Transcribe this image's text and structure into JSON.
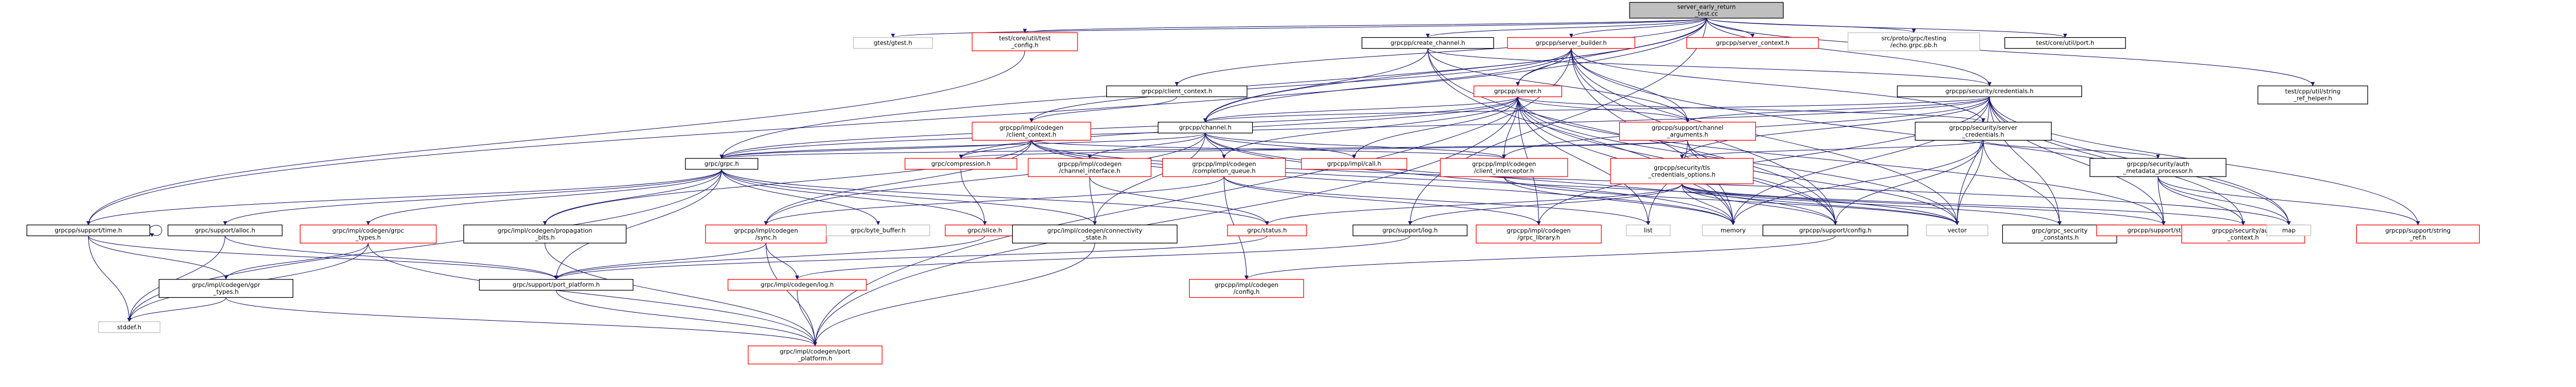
{
  "colors": {
    "root_fill": "#bfbfbf",
    "root_stroke": "#000000",
    "node_fill": "#ffffff",
    "stroke_black": "#000000",
    "stroke_red": "#ff0000",
    "stroke_gray": "#bfbfbf",
    "edge": "#191970"
  },
  "nodes": [
    {
      "id": "root",
      "lines": [
        "server_early_return",
        "_test.cc"
      ],
      "kind": "root"
    },
    {
      "id": "gtest",
      "lines": [
        "gtest/gtest.h"
      ],
      "kind": "gray"
    },
    {
      "id": "utilconfig",
      "lines": [
        "test/core/util/test",
        "_config.h"
      ],
      "kind": "red"
    },
    {
      "id": "clientctxpub",
      "lines": [
        "grpcpp/client_context.h"
      ],
      "kind": "black"
    },
    {
      "id": "createchan",
      "lines": [
        "grpcpp/create_channel.h"
      ],
      "kind": "black"
    },
    {
      "id": "builder",
      "lines": [
        "grpcpp/server_builder.h"
      ],
      "kind": "red"
    },
    {
      "id": "srvctx",
      "lines": [
        "grpcpp/server_context.h"
      ],
      "kind": "red"
    },
    {
      "id": "echo",
      "lines": [
        "src/proto/grpc/testing",
        "/echo.grpc.pb.h"
      ],
      "kind": "gray"
    },
    {
      "id": "port",
      "lines": [
        "test/core/util/port.h"
      ],
      "kind": "black"
    },
    {
      "id": "strref",
      "lines": [
        "test/cpp/util/string",
        "_ref_helper.h"
      ],
      "kind": "black"
    },
    {
      "id": "server",
      "lines": [
        "grpcpp/server.h"
      ],
      "kind": "red"
    },
    {
      "id": "secred",
      "lines": [
        "grpcpp/security/credentials.h"
      ],
      "kind": "black"
    },
    {
      "id": "clientctx",
      "lines": [
        "grpcpp/impl/codegen",
        "/client_context.h"
      ],
      "kind": "red"
    },
    {
      "id": "channel",
      "lines": [
        "grpcpp/channel.h"
      ],
      "kind": "black"
    },
    {
      "id": "chanargs",
      "lines": [
        "grpcpp/support/channel",
        "_arguments.h"
      ],
      "kind": "red"
    },
    {
      "id": "srvcred",
      "lines": [
        "grpcpp/security/server",
        "_credentials.h"
      ],
      "kind": "black"
    },
    {
      "id": "grpc",
      "lines": [
        "grpc/grpc.h"
      ],
      "kind": "black"
    },
    {
      "id": "compression",
      "lines": [
        "grpc/compression.h"
      ],
      "kind": "red"
    },
    {
      "id": "chaniface",
      "lines": [
        "grpcpp/impl/codegen",
        "/channel_interface.h"
      ],
      "kind": "red"
    },
    {
      "id": "cq",
      "lines": [
        "grpcpp/impl/codegen",
        "/completion_queue.h"
      ],
      "kind": "red"
    },
    {
      "id": "call",
      "lines": [
        "grpcpp/impl/call.h"
      ],
      "kind": "red"
    },
    {
      "id": "interceptor",
      "lines": [
        "grpcpp/impl/codegen",
        "/client_interceptor.h"
      ],
      "kind": "red"
    },
    {
      "id": "tls",
      "lines": [
        "grpcpp/security/tls",
        "_credentials_options.h"
      ],
      "kind": "red"
    },
    {
      "id": "authmeta",
      "lines": [
        "grpcpp/security/auth",
        "_metadata_processor.h"
      ],
      "kind": "black"
    },
    {
      "id": "time",
      "lines": [
        "grpcpp/support/time.h"
      ],
      "kind": "black"
    },
    {
      "id": "alloc",
      "lines": [
        "grpc/support/alloc.h"
      ],
      "kind": "black"
    },
    {
      "id": "codegentypes",
      "lines": [
        "grpc/impl/codegen/grpc",
        "_types.h"
      ],
      "kind": "red"
    },
    {
      "id": "propbits",
      "lines": [
        "grpc/impl/codegen/propagation",
        "_bits.h"
      ],
      "kind": "black"
    },
    {
      "id": "codegensync",
      "lines": [
        "grpcpp/impl/codegen",
        "/sync.h"
      ],
      "kind": "red"
    },
    {
      "id": "bytebuf",
      "lines": [
        "grpc/byte_buffer.h"
      ],
      "kind": "gray"
    },
    {
      "id": "slice",
      "lines": [
        "grpc/slice.h"
      ],
      "kind": "red"
    },
    {
      "id": "connstate",
      "lines": [
        "grpc/impl/codegen/connectivity",
        "_state.h"
      ],
      "kind": "black"
    },
    {
      "id": "status",
      "lines": [
        "grpc/status.h"
      ],
      "kind": "red"
    },
    {
      "id": "log",
      "lines": [
        "grpc/support/log.h"
      ],
      "kind": "black"
    },
    {
      "id": "grpclib",
      "lines": [
        "grpcpp/impl/codegen",
        "/grpc_library.h"
      ],
      "kind": "red"
    },
    {
      "id": "list",
      "lines": [
        "list"
      ],
      "kind": "gray"
    },
    {
      "id": "memory",
      "lines": [
        "memory"
      ],
      "kind": "gray"
    },
    {
      "id": "config",
      "lines": [
        "grpcpp/support/config.h"
      ],
      "kind": "black"
    },
    {
      "id": "vector",
      "lines": [
        "vector"
      ],
      "kind": "gray"
    },
    {
      "id": "secconst",
      "lines": [
        "grpc/grpc_security",
        "_constants.h"
      ],
      "kind": "black"
    },
    {
      "id": "supstatus",
      "lines": [
        "grpcpp/support/status.h"
      ],
      "kind": "red"
    },
    {
      "id": "authctx",
      "lines": [
        "grpcpp/security/auth",
        "_context.h"
      ],
      "kind": "red"
    },
    {
      "id": "map",
      "lines": [
        "map"
      ],
      "kind": "gray"
    },
    {
      "id": "stringref",
      "lines": [
        "grpcpp/support/string",
        "_ref.h"
      ],
      "kind": "red"
    },
    {
      "id": "gprtypes",
      "lines": [
        "grpc/impl/codegen/gpr",
        "_types.h"
      ],
      "kind": "black"
    },
    {
      "id": "portplat",
      "lines": [
        "grpc/support/port_platform.h"
      ],
      "kind": "black"
    },
    {
      "id": "codegenlog",
      "lines": [
        "grpc/impl/codegen/log.h"
      ],
      "kind": "red"
    },
    {
      "id": "codegenconfig",
      "lines": [
        "grpcpp/impl/codegen",
        "/config.h"
      ],
      "kind": "red"
    },
    {
      "id": "stddef",
      "lines": [
        "stddef.h"
      ],
      "kind": "gray"
    },
    {
      "id": "codegenportplat",
      "lines": [
        "grpc/impl/codegen/port",
        "_platform.h"
      ],
      "kind": "red"
    }
  ],
  "edges": [
    [
      "root",
      "gtest"
    ],
    [
      "root",
      "utilconfig"
    ],
    [
      "root",
      "clientctxpub"
    ],
    [
      "root",
      "createchan"
    ],
    [
      "root",
      "builder"
    ],
    [
      "root",
      "srvctx"
    ],
    [
      "root",
      "echo"
    ],
    [
      "root",
      "port"
    ],
    [
      "root",
      "strref"
    ],
    [
      "root",
      "grpc"
    ],
    [
      "root",
      "channel"
    ],
    [
      "root",
      "server"
    ],
    [
      "root",
      "secred"
    ],
    [
      "root",
      "time"
    ],
    [
      "root",
      "log"
    ],
    [
      "utilconfig",
      "time"
    ],
    [
      "clientctxpub",
      "clientctx"
    ],
    [
      "createchan",
      "channel"
    ],
    [
      "createchan",
      "secred"
    ],
    [
      "createchan",
      "chanargs"
    ],
    [
      "createchan",
      "memory"
    ],
    [
      "createchan",
      "config"
    ],
    [
      "builder",
      "server"
    ],
    [
      "builder",
      "channel"
    ],
    [
      "builder",
      "chanargs"
    ],
    [
      "builder",
      "memory"
    ],
    [
      "builder",
      "config"
    ],
    [
      "builder",
      "vector"
    ],
    [
      "builder",
      "map"
    ],
    [
      "builder",
      "codegenportplat"
    ],
    [
      "builder",
      "clientctx"
    ],
    [
      "builder",
      "srvcred"
    ],
    [
      "server",
      "channel"
    ],
    [
      "server",
      "chanargs"
    ],
    [
      "server",
      "srvcred"
    ],
    [
      "server",
      "cq"
    ],
    [
      "server",
      "call"
    ],
    [
      "server",
      "interceptor"
    ],
    [
      "server",
      "grpclib"
    ],
    [
      "server",
      "memory"
    ],
    [
      "server",
      "list"
    ],
    [
      "server",
      "vector"
    ],
    [
      "server",
      "supstatus"
    ],
    [
      "server",
      "grpc"
    ],
    [
      "server",
      "compression"
    ],
    [
      "server",
      "config"
    ],
    [
      "server",
      "codegenportplat"
    ],
    [
      "secred",
      "channel"
    ],
    [
      "secred",
      "chanargs"
    ],
    [
      "secred",
      "interceptor"
    ],
    [
      "secred",
      "tls"
    ],
    [
      "secred",
      "memory"
    ],
    [
      "secred",
      "vector"
    ],
    [
      "secred",
      "map"
    ],
    [
      "secred",
      "secconst"
    ],
    [
      "secred",
      "supstatus"
    ],
    [
      "secred",
      "stringref"
    ],
    [
      "secred",
      "authctx"
    ],
    [
      "secred",
      "grpclib"
    ],
    [
      "secred",
      "grpc"
    ],
    [
      "clientctx",
      "grpc"
    ],
    [
      "clientctx",
      "compression"
    ],
    [
      "clientctx",
      "propbits"
    ],
    [
      "clientctx",
      "codegensync"
    ],
    [
      "clientctx",
      "interceptor"
    ],
    [
      "clientctx",
      "memory"
    ],
    [
      "clientctx",
      "vector"
    ],
    [
      "clientctx",
      "map"
    ],
    [
      "channel",
      "grpc"
    ],
    [
      "channel",
      "chaniface"
    ],
    [
      "channel",
      "cq"
    ],
    [
      "channel",
      "call"
    ],
    [
      "channel",
      "interceptor"
    ],
    [
      "channel",
      "codegensync"
    ],
    [
      "channel",
      "connstate"
    ],
    [
      "channel",
      "memory"
    ],
    [
      "channel",
      "config"
    ],
    [
      "chanargs",
      "grpc"
    ],
    [
      "chanargs",
      "compression"
    ],
    [
      "chanargs",
      "list"
    ],
    [
      "chanargs",
      "vector"
    ],
    [
      "chanargs",
      "config"
    ],
    [
      "srvcred",
      "tls"
    ],
    [
      "srvcred",
      "authmeta"
    ],
    [
      "srvcred",
      "memory"
    ],
    [
      "srvcred",
      "vector"
    ],
    [
      "srvcred",
      "secconst"
    ],
    [
      "srvcred",
      "config"
    ],
    [
      "grpc",
      "time"
    ],
    [
      "grpc",
      "alloc"
    ],
    [
      "grpc",
      "codegentypes"
    ],
    [
      "grpc",
      "propbits"
    ],
    [
      "grpc",
      "bytebuf"
    ],
    [
      "grpc",
      "slice"
    ],
    [
      "grpc",
      "connstate"
    ],
    [
      "grpc",
      "status"
    ],
    [
      "grpc",
      "portplat"
    ],
    [
      "grpc",
      "stddef"
    ],
    [
      "compression",
      "slice"
    ],
    [
      "chaniface",
      "connstate"
    ],
    [
      "chaniface",
      "status"
    ],
    [
      "cq",
      "list"
    ],
    [
      "cq",
      "grpclib"
    ],
    [
      "cq",
      "codegensync"
    ],
    [
      "cq",
      "codegenconfig"
    ],
    [
      "interceptor",
      "memory"
    ],
    [
      "interceptor",
      "vector"
    ],
    [
      "tls",
      "status"
    ],
    [
      "tls",
      "log"
    ],
    [
      "tls",
      "memory"
    ],
    [
      "tls",
      "vector"
    ],
    [
      "tls",
      "config"
    ],
    [
      "tls",
      "secconst"
    ],
    [
      "tls",
      "supstatus"
    ],
    [
      "tls",
      "authctx"
    ],
    [
      "authmeta",
      "map"
    ],
    [
      "authmeta",
      "supstatus"
    ],
    [
      "authmeta",
      "stringref"
    ],
    [
      "authmeta",
      "authctx"
    ],
    [
      "time",
      "time"
    ],
    [
      "time",
      "gprtypes"
    ],
    [
      "time",
      "portplat"
    ],
    [
      "time",
      "stddef"
    ],
    [
      "alloc",
      "portplat"
    ],
    [
      "alloc",
      "stddef"
    ],
    [
      "codegentypes",
      "gprtypes"
    ],
    [
      "codegentypes",
      "stddef"
    ],
    [
      "codegentypes",
      "codegenportplat"
    ],
    [
      "gprtypes",
      "stddef"
    ],
    [
      "gprtypes",
      "codegenportplat"
    ],
    [
      "propbits",
      "codegenportplat"
    ],
    [
      "codegensync",
      "portplat"
    ],
    [
      "codegensync",
      "codegenlog"
    ],
    [
      "codegensync",
      "codegenportplat"
    ],
    [
      "slice",
      "portplat"
    ],
    [
      "status",
      "portplat"
    ],
    [
      "log",
      "codegenlog"
    ],
    [
      "codegenlog",
      "codegenportplat"
    ],
    [
      "portplat",
      "codegenportplat"
    ],
    [
      "config",
      "codegenconfig"
    ],
    [
      "connstate",
      "codegenportplat"
    ]
  ]
}
